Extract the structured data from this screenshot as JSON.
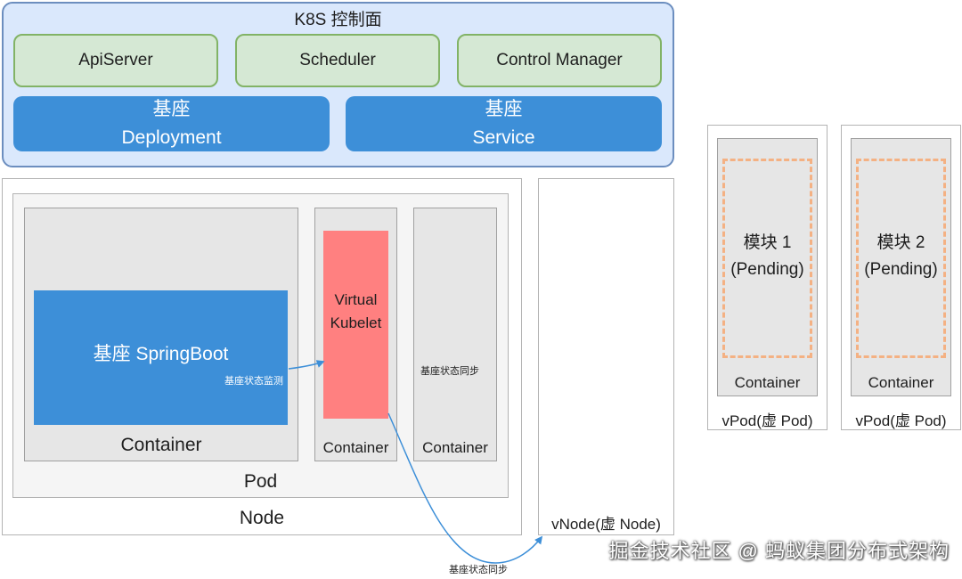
{
  "control_plane": {
    "title": "K8S 控制面",
    "components": [
      "ApiServer",
      "Scheduler",
      "Control Manager"
    ],
    "bases": [
      {
        "line1": "基座",
        "line2": "Deployment"
      },
      {
        "line1": "基座",
        "line2": "Service"
      }
    ]
  },
  "node": {
    "label": "Node",
    "pod_label": "Pod",
    "main_container": {
      "inner": "基座 SpringBoot",
      "monitor": "基座状态监测",
      "label": "Container"
    },
    "vk_container": {
      "line1": "Virtual",
      "line2": "Kubelet",
      "label": "Container"
    },
    "sync_container": {
      "text": "基座状态同步",
      "label": "Container"
    }
  },
  "vnode": {
    "label": "vNode(虚 Node)"
  },
  "arrow_label": "基座状态同步",
  "vpods": [
    {
      "module": "模块 1",
      "status": "(Pending)",
      "container": "Container",
      "label": "vPod(虚 Pod)"
    },
    {
      "module": "模块 2",
      "status": "(Pending)",
      "container": "Container",
      "label": "vPod(虚 Pod)"
    }
  ],
  "watermark": "掘金技术社区 @ 蚂蚁集团分布式架构",
  "colors": {
    "accent_blue": "#3d8fd8",
    "green": "#d5e8d4",
    "vk_red": "#ff8080",
    "dash_orange": "#f4b183",
    "arrow": "#3d8fd8"
  }
}
